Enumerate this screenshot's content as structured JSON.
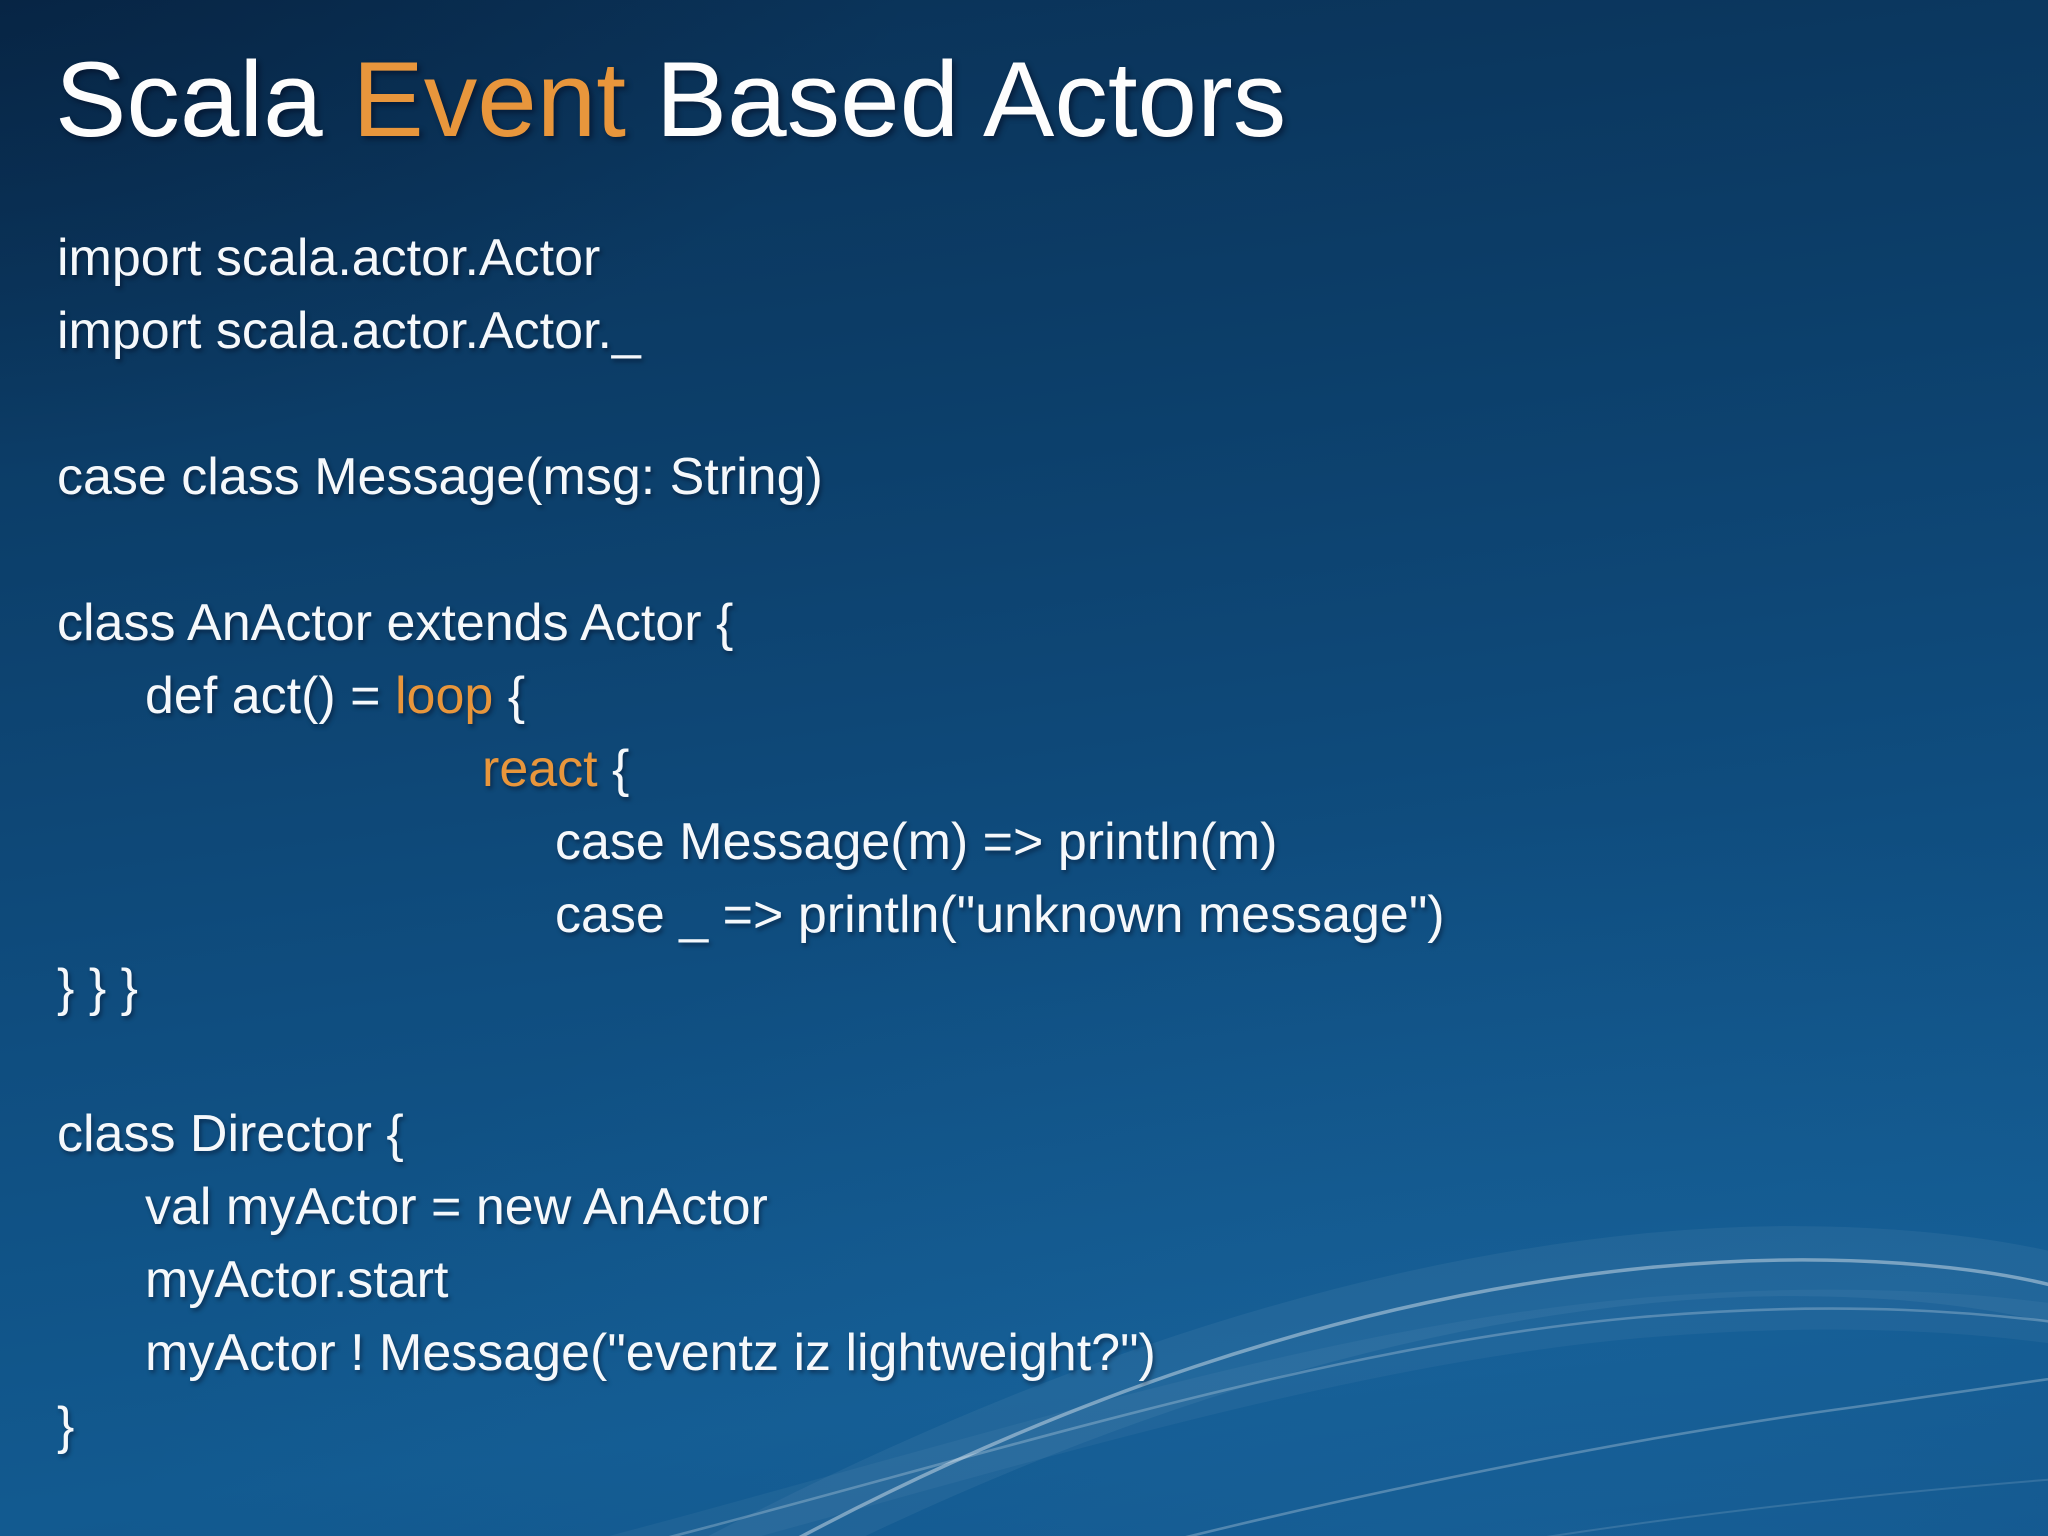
{
  "slide": {
    "title": {
      "pre": "Scala ",
      "highlight": "Event",
      "post": " Based Actors"
    },
    "colors": {
      "background_top": "#0a3156",
      "background_bottom": "#125a90",
      "text_white": "#f5f8fb",
      "accent_orange": "#e8963c",
      "swoosh_line": "#ffffff"
    },
    "code": {
      "lines": [
        {
          "indent": 0,
          "segments": [
            {
              "text": "import scala.actor.Actor",
              "color": "white"
            }
          ]
        },
        {
          "indent": 0,
          "segments": [
            {
              "text": "import scala.actor.Actor._",
              "color": "white"
            }
          ]
        },
        {
          "indent": 0,
          "segments": []
        },
        {
          "indent": 0,
          "segments": [
            {
              "text": "case class Message(msg: String)",
              "color": "white"
            }
          ]
        },
        {
          "indent": 0,
          "segments": []
        },
        {
          "indent": 0,
          "segments": [
            {
              "text": "class AnActor extends Actor {",
              "color": "white"
            }
          ]
        },
        {
          "indent": 1,
          "segments": [
            {
              "text": "def act() = ",
              "color": "white"
            },
            {
              "text": "loop",
              "color": "orange"
            },
            {
              "text": " {",
              "color": "white"
            }
          ]
        },
        {
          "indent": 3,
          "segments": [
            {
              "text": "react",
              "color": "orange"
            },
            {
              "text": " {",
              "color": "white"
            }
          ]
        },
        {
          "indent": 4,
          "segments": [
            {
              "text": "case Message(m) => println(m)",
              "color": "white"
            }
          ]
        },
        {
          "indent": 4,
          "segments": [
            {
              "text": "case _ => println(\"unknown message\")",
              "color": "white"
            }
          ]
        },
        {
          "indent": 0,
          "segments": [
            {
              "text": "} } }",
              "color": "white"
            }
          ]
        },
        {
          "indent": 0,
          "segments": []
        },
        {
          "indent": 0,
          "segments": [
            {
              "text": "class Director {",
              "color": "white"
            }
          ]
        },
        {
          "indent": 1,
          "segments": [
            {
              "text": "val myActor = new AnActor",
              "color": "white"
            }
          ]
        },
        {
          "indent": 1,
          "segments": [
            {
              "text": "myActor.start",
              "color": "white"
            }
          ]
        },
        {
          "indent": 1,
          "segments": [
            {
              "text": "myActor ! Message(\"eventz iz lightweight?\")",
              "color": "white"
            }
          ]
        },
        {
          "indent": 0,
          "segments": [
            {
              "text": "}",
              "color": "white"
            }
          ]
        }
      ]
    }
  }
}
